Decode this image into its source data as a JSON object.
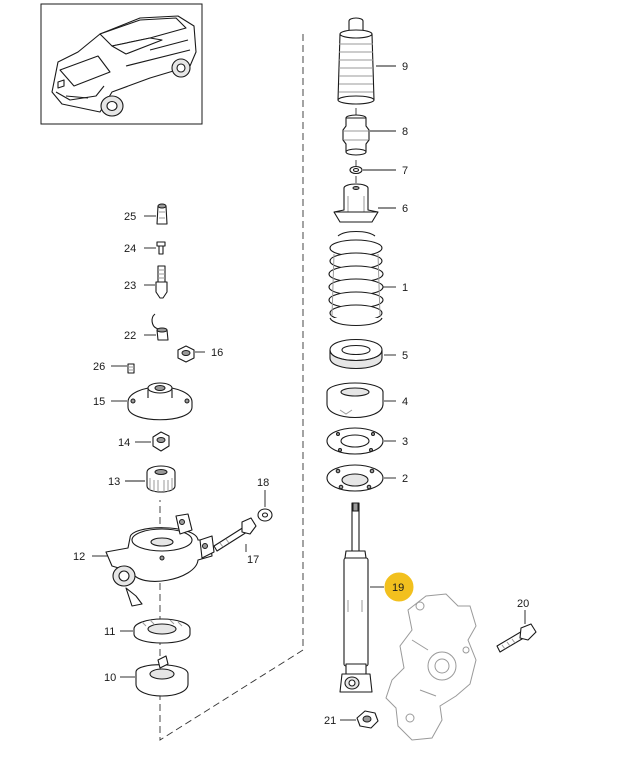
{
  "highlight_color": "#f2c01e",
  "selected_part": "19",
  "overview_image": {
    "subject": "vehicle overview illustration"
  },
  "callouts": [
    {
      "id": "1",
      "label": "1"
    },
    {
      "id": "2",
      "label": "2"
    },
    {
      "id": "3",
      "label": "3"
    },
    {
      "id": "4",
      "label": "4"
    },
    {
      "id": "5",
      "label": "5"
    },
    {
      "id": "6",
      "label": "6"
    },
    {
      "id": "7",
      "label": "7"
    },
    {
      "id": "8",
      "label": "8"
    },
    {
      "id": "9",
      "label": "9"
    },
    {
      "id": "10",
      "label": "10"
    },
    {
      "id": "11",
      "label": "11"
    },
    {
      "id": "12",
      "label": "12"
    },
    {
      "id": "13",
      "label": "13"
    },
    {
      "id": "14",
      "label": "14"
    },
    {
      "id": "15",
      "label": "15"
    },
    {
      "id": "16",
      "label": "16"
    },
    {
      "id": "17",
      "label": "17"
    },
    {
      "id": "18",
      "label": "18"
    },
    {
      "id": "19",
      "label": "19"
    },
    {
      "id": "20",
      "label": "20"
    },
    {
      "id": "21",
      "label": "21"
    },
    {
      "id": "22",
      "label": "22"
    },
    {
      "id": "23",
      "label": "23"
    },
    {
      "id": "24",
      "label": "24"
    },
    {
      "id": "25",
      "label": "25"
    },
    {
      "id": "26",
      "label": "26"
    }
  ]
}
